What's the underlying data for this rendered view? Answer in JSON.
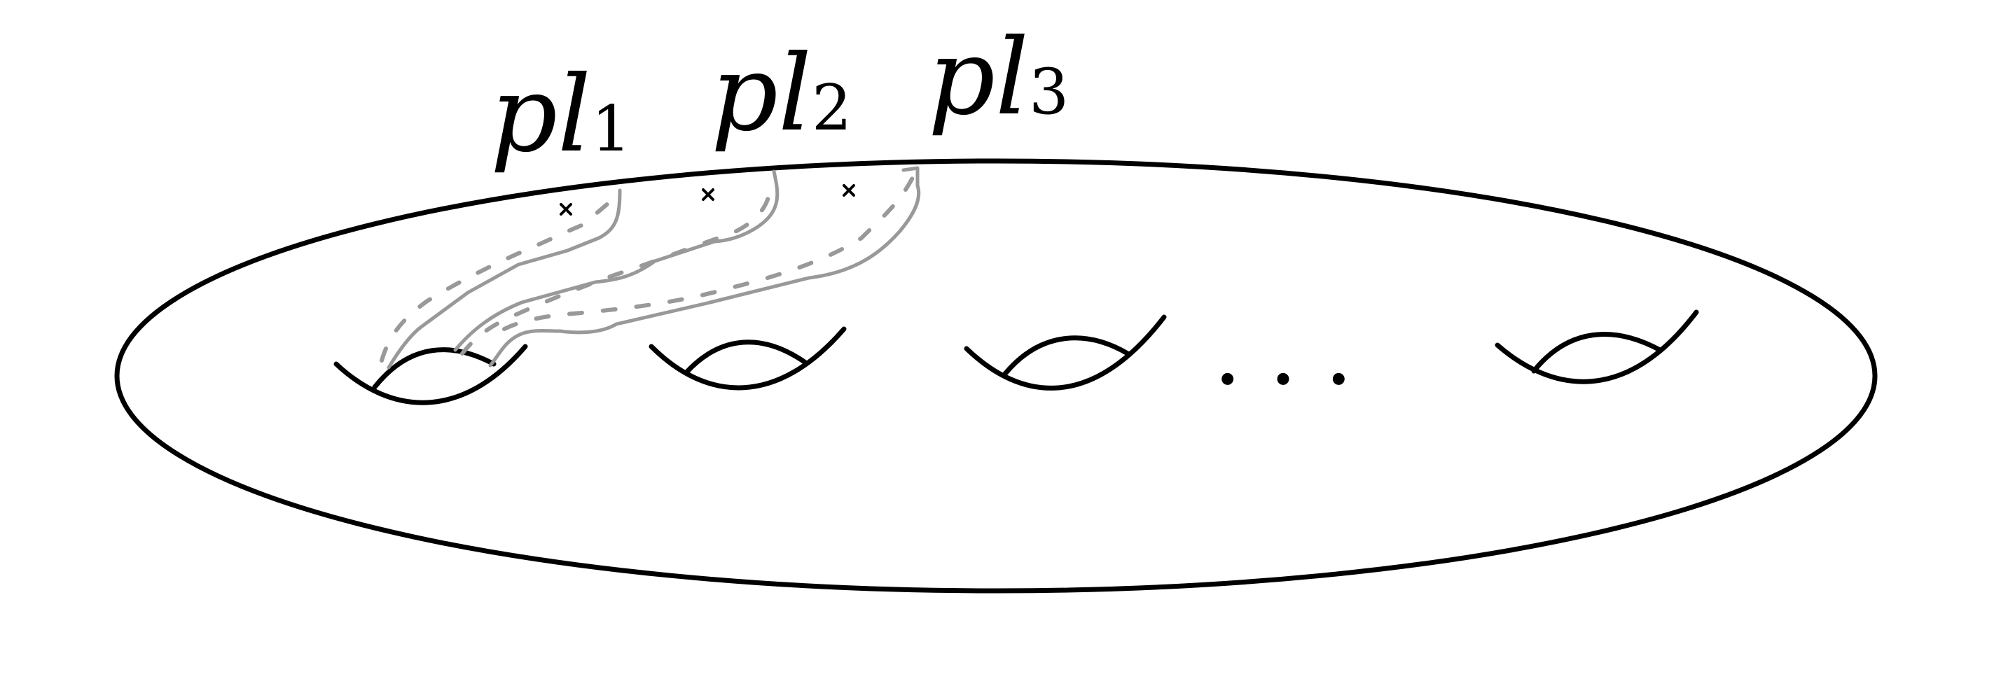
{
  "labels": {
    "pl1": {
      "base": "pl",
      "sub": "1"
    },
    "pl2": {
      "base": "pl",
      "sub": "2"
    },
    "pl3": {
      "base": "pl",
      "sub": "3"
    }
  },
  "ellipsis": "...",
  "colors": {
    "outline": "#000000",
    "curves": "#999999"
  }
}
